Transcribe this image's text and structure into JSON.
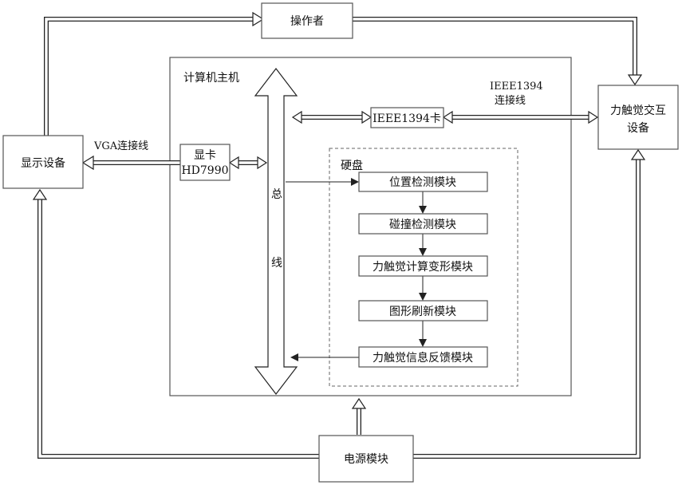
{
  "nodes": {
    "operator": "操作者",
    "display_device": "显示设备",
    "haptic_device_line1": "力触觉交互",
    "haptic_device_line2": "设备",
    "host_title": "计算机主机",
    "gpu_line1": "显卡",
    "gpu_line2": "HD7990",
    "ieee_card": "IEEE1394卡",
    "bus_char1": "总",
    "bus_char2": "线",
    "disk_title": "硬盘",
    "power": "电源模块"
  },
  "modules": [
    "位置检测模块",
    "碰撞检测模块",
    "力触觉计算变形模块",
    "图形刷新模块",
    "力触觉信息反馈模块"
  ],
  "edge_labels": {
    "vga": "VGA连接线",
    "ieee_line1": "IEEE1394",
    "ieee_line2": "连接线"
  }
}
